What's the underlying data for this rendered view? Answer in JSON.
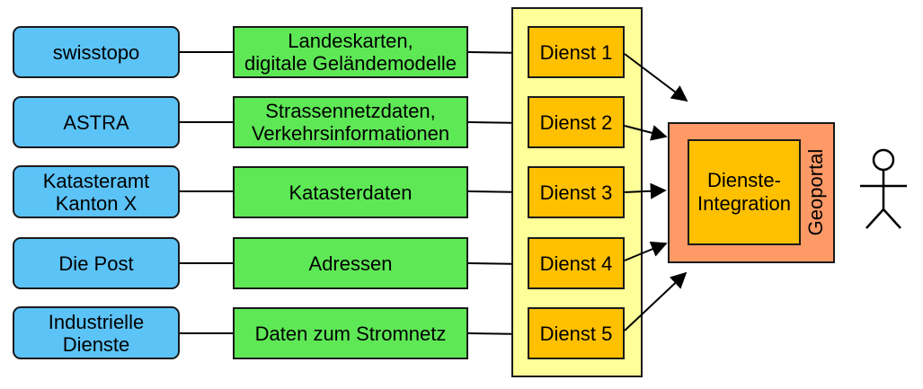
{
  "sources": [
    {
      "label": "swisstopo"
    },
    {
      "label": "ASTRA"
    },
    {
      "label": "Katasteramt\nKanton X"
    },
    {
      "label": "Die Post"
    },
    {
      "label": "Industrielle\nDienste"
    }
  ],
  "datasets": [
    {
      "label": "Landeskarten,\ndigitale Geländemodelle"
    },
    {
      "label": "Strassennetzdaten,\nVerkehrsinformationen"
    },
    {
      "label": "Katasterdaten"
    },
    {
      "label": "Adressen"
    },
    {
      "label": "Daten zum Stromnetz"
    }
  ],
  "services": [
    {
      "label": "Dienst 1"
    },
    {
      "label": "Dienst 2"
    },
    {
      "label": "Dienst 3"
    },
    {
      "label": "Dienst 4"
    },
    {
      "label": "Dienst 5"
    }
  ],
  "integration": {
    "label": "Dienste-\nIntegration"
  },
  "geoportal": {
    "label": "Geoportal"
  },
  "colors": {
    "source_fill": "#5cc3f7",
    "dataset_fill": "#5ee856",
    "service_fill": "#ffc000",
    "service_band": "#ffff99",
    "geoportal_fill": "#ff9966",
    "stroke": "#1a1a1a"
  },
  "icons": {
    "user": "user-stick-figure-icon"
  }
}
